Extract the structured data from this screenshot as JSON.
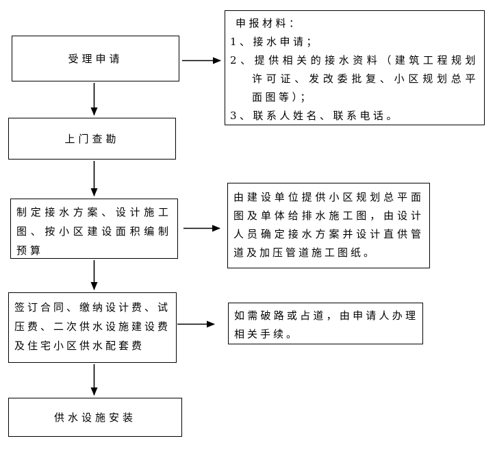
{
  "flowchart": {
    "steps": [
      {
        "label": "受理申请"
      },
      {
        "label": "上门查勘"
      },
      {
        "label": "制定接水方案、设计施工图、按小区建设面积编制预算"
      },
      {
        "label": "签订合同、缴纳设计费、试压费、二次供水设施建设费及住宅小区供水配套费"
      },
      {
        "label": "供水设施安装"
      }
    ],
    "notes": [
      {
        "title": "申报材料：",
        "items": [
          "1、接水申请；",
          "2、提供相关的接水资料（建筑工程规划许可证、发改委批复、小区规划总平面图等）；",
          "3、联系人姓名、联系电话。"
        ]
      },
      {
        "text": "由建设单位提供小区规划总平面图及单体给排水施工图，由设计人员确定接水方案并设计直供管道及加压管道施工图纸。"
      },
      {
        "text": "如需破路或占道，由申请人办理相关手续。"
      }
    ],
    "colors": {
      "line": "#000000",
      "border": "#000000",
      "text": "#000000",
      "background": "#ffffff"
    }
  }
}
